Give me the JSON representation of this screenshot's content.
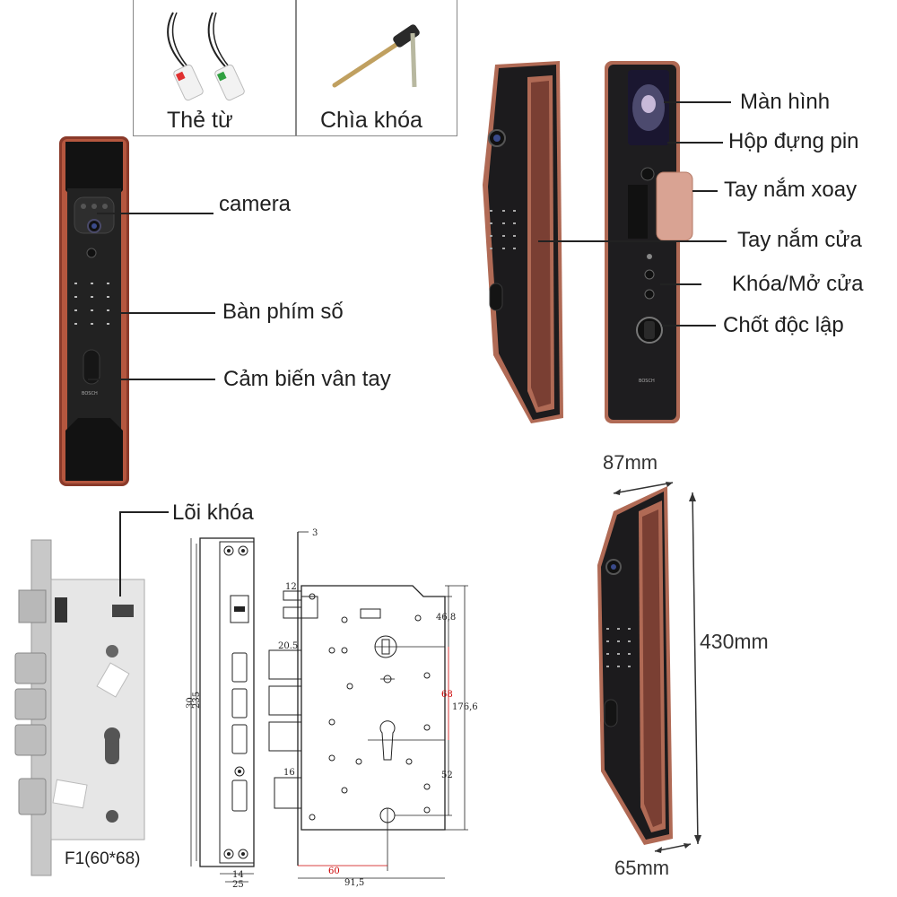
{
  "accessories": {
    "card_label": "Thẻ từ",
    "key_label": "Chìa khóa"
  },
  "front_labels": {
    "camera": "camera",
    "keypad": "Bàn phím số",
    "fingerprint": "Cảm biến vân tay"
  },
  "back_labels": {
    "screen": "Màn hình",
    "battery": "Hộp đựng pin",
    "rotary_knob": "Tay nắm xoay",
    "handle": "Tay nắm cửa",
    "lock_unlock": "Khóa/Mở cửa",
    "latch": "Chốt độc lập"
  },
  "mortise": {
    "core_label": "Lõi khóa",
    "model": "F1(60*68)"
  },
  "drawing": {
    "d3": "3",
    "d12": "12",
    "d20_5": "20.5",
    "d16": "16",
    "d46_8": "46,8",
    "d68": "68",
    "d176_6": "176,6",
    "d52": "52",
    "d60": "60",
    "d91_5": "91,5",
    "d30": "30",
    "d235": "235",
    "d14": "14",
    "d25": "25"
  },
  "dimensions": {
    "width_top": "87mm",
    "height": "430mm",
    "width_bottom": "65mm"
  },
  "brand": "BOSCH",
  "colors": {
    "body": "#1c1b1d",
    "rose": "#b06a55",
    "rose_light": "#d9a393",
    "dim_red": "#cc0000"
  }
}
